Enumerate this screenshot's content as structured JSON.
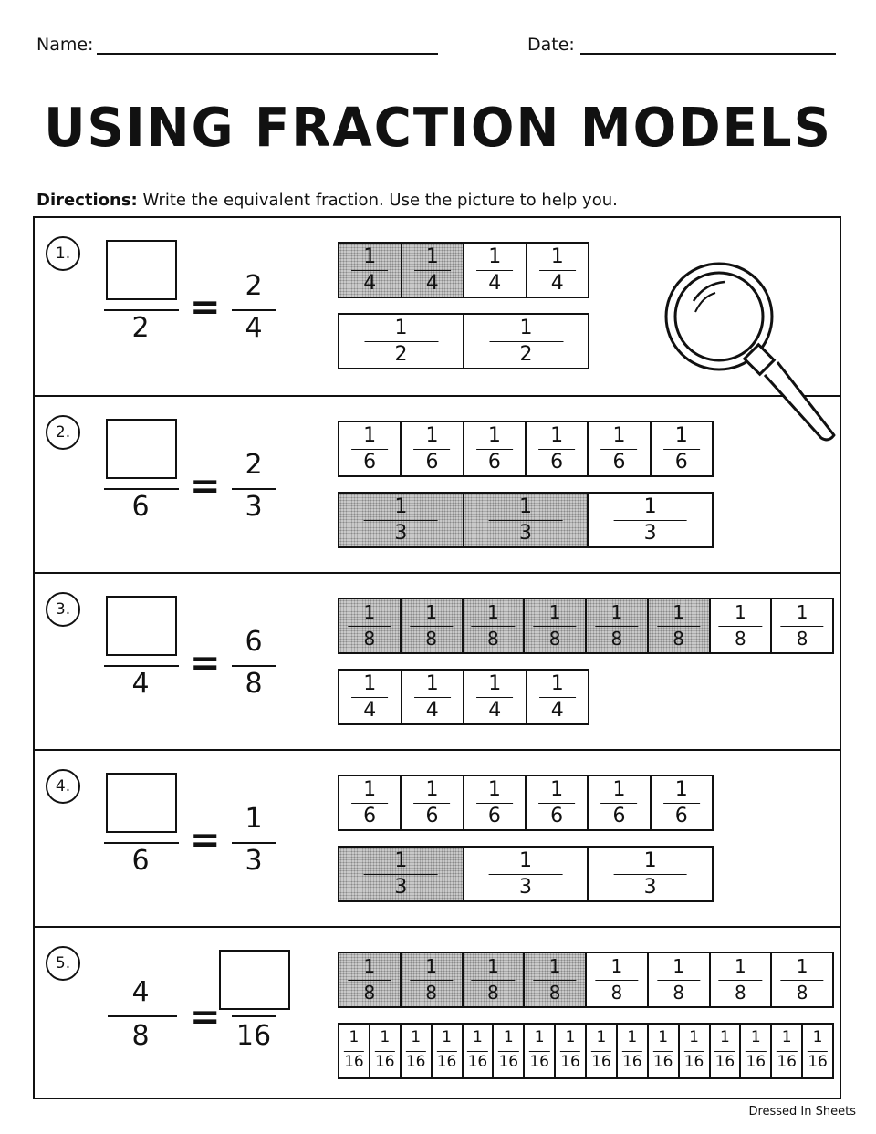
{
  "header": {
    "name_label": "Name:",
    "date_label": "Date:"
  },
  "title": "USING FRACTION MODELS",
  "directions": {
    "label": "Directions:",
    "text": "Write the equivalent fraction. Use the picture to help you."
  },
  "problems": [
    {
      "number": "1.",
      "left_den": "2",
      "right_num": "2",
      "right_den": "4",
      "strips": [
        {
          "cells": 4,
          "numerator": "1",
          "denominator": "4",
          "shaded": 2
        },
        {
          "cells": 2,
          "numerator": "1",
          "denominator": "2",
          "shaded": 0
        }
      ]
    },
    {
      "number": "2.",
      "left_den": "6",
      "right_num": "2",
      "right_den": "3",
      "strips": [
        {
          "cells": 6,
          "numerator": "1",
          "denominator": "6",
          "shaded": 0
        },
        {
          "cells": 3,
          "numerator": "1",
          "denominator": "3",
          "shaded": 2
        }
      ]
    },
    {
      "number": "3.",
      "left_den": "4",
      "right_num": "6",
      "right_den": "8",
      "strips": [
        {
          "cells": 8,
          "numerator": "1",
          "denominator": "8",
          "shaded": 6
        },
        {
          "cells": 4,
          "numerator": "1",
          "denominator": "4",
          "shaded": 0
        }
      ]
    },
    {
      "number": "4.",
      "left_den": "6",
      "right_num": "1",
      "right_den": "3",
      "strips": [
        {
          "cells": 6,
          "numerator": "1",
          "denominator": "6",
          "shaded": 0
        },
        {
          "cells": 3,
          "numerator": "1",
          "denominator": "3",
          "shaded": 1
        }
      ]
    },
    {
      "number": "5.",
      "left_num": "4",
      "left_den": "8",
      "right_den": "16",
      "strips": [
        {
          "cells": 8,
          "numerator": "1",
          "denominator": "8",
          "shaded": 4
        },
        {
          "cells": 16,
          "numerator": "1",
          "denominator": "16",
          "shaded": 0
        }
      ]
    }
  ],
  "icons": {
    "decoration": "magnifying-glass-icon"
  },
  "colors": {
    "shade": "#c9c9c9",
    "ink": "#111111"
  },
  "footer": "Dressed In Sheets"
}
